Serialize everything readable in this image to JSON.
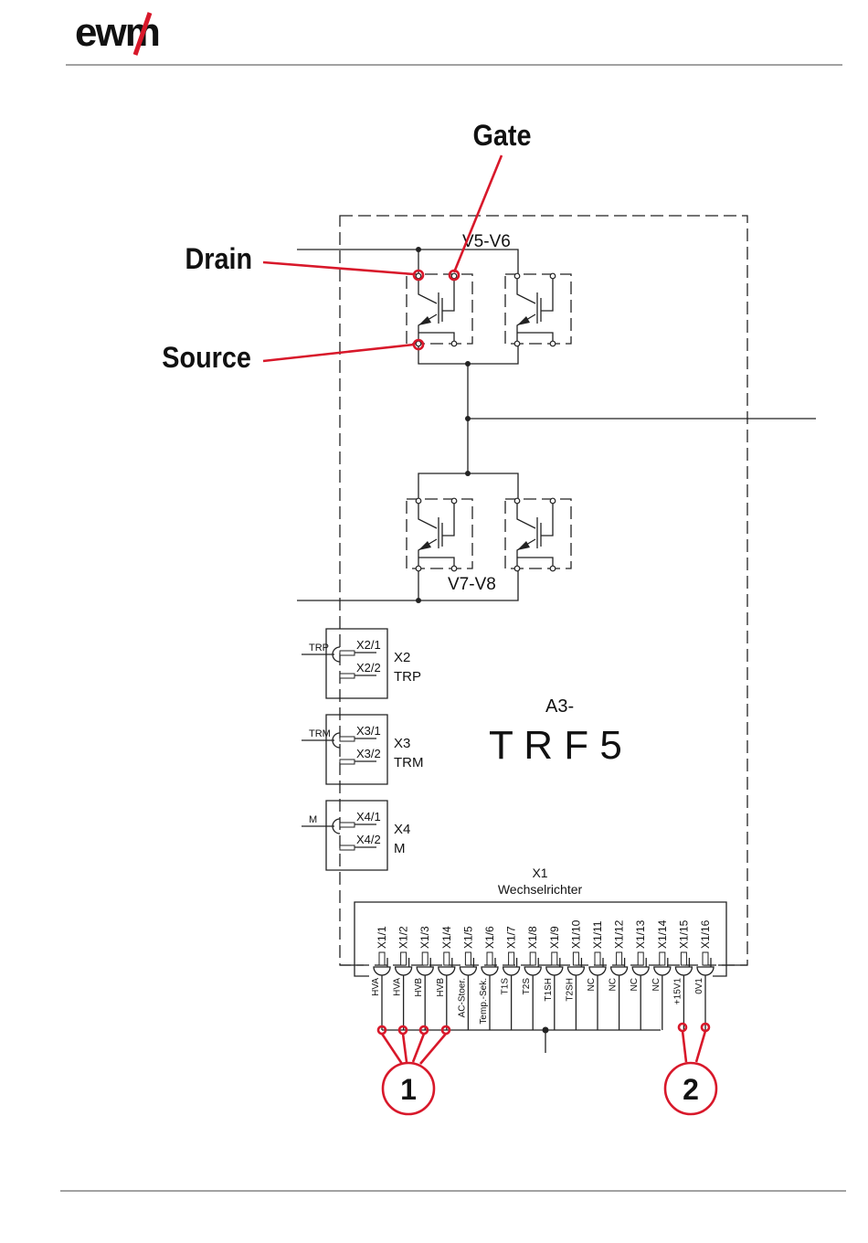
{
  "header": {
    "logo_text": "ewm"
  },
  "callouts": {
    "gate": "Gate",
    "drain": "Drain",
    "source": "Source",
    "marker_1": "1",
    "marker_2": "2"
  },
  "components": {
    "upper_pair": "V5-V6",
    "lower_pair": "V7-V8",
    "board_prefix": "A3-",
    "board_name": "T R F 5",
    "x2": {
      "pin1": "X2/1",
      "pin2": "X2/2",
      "name": "X2",
      "desc": "TRP",
      "wire": "TRP"
    },
    "x3": {
      "pin1": "X3/1",
      "pin2": "X3/2",
      "name": "X3",
      "desc": "TRM",
      "wire": "TRM"
    },
    "x4": {
      "pin1": "X4/1",
      "pin2": "X4/2",
      "name": "X4",
      "desc": "M",
      "wire": "M"
    },
    "x1": {
      "name": "X1",
      "desc": "Wechselrichter"
    }
  },
  "x1_pins": [
    {
      "pin": "X1/1",
      "signal": "HVA"
    },
    {
      "pin": "X1/2",
      "signal": "HVA"
    },
    {
      "pin": "X1/3",
      "signal": "HVB"
    },
    {
      "pin": "X1/4",
      "signal": "HVB"
    },
    {
      "pin": "X1/5",
      "signal": "AC-Stoer."
    },
    {
      "pin": "X1/6",
      "signal": "Temp.-Sek."
    },
    {
      "pin": "X1/7",
      "signal": "T1S"
    },
    {
      "pin": "X1/8",
      "signal": "T2S"
    },
    {
      "pin": "X1/9",
      "signal": "T1SH"
    },
    {
      "pin": "X1/10",
      "signal": "T2SH"
    },
    {
      "pin": "X1/11",
      "signal": "NC"
    },
    {
      "pin": "X1/12",
      "signal": "NC"
    },
    {
      "pin": "X1/13",
      "signal": "NC"
    },
    {
      "pin": "X1/14",
      "signal": "NC"
    },
    {
      "pin": "X1/15",
      "signal": "+15V1"
    },
    {
      "pin": "X1/16",
      "signal": "0V1"
    }
  ],
  "colors": {
    "accent": "#d8182a",
    "line": "#222222"
  }
}
